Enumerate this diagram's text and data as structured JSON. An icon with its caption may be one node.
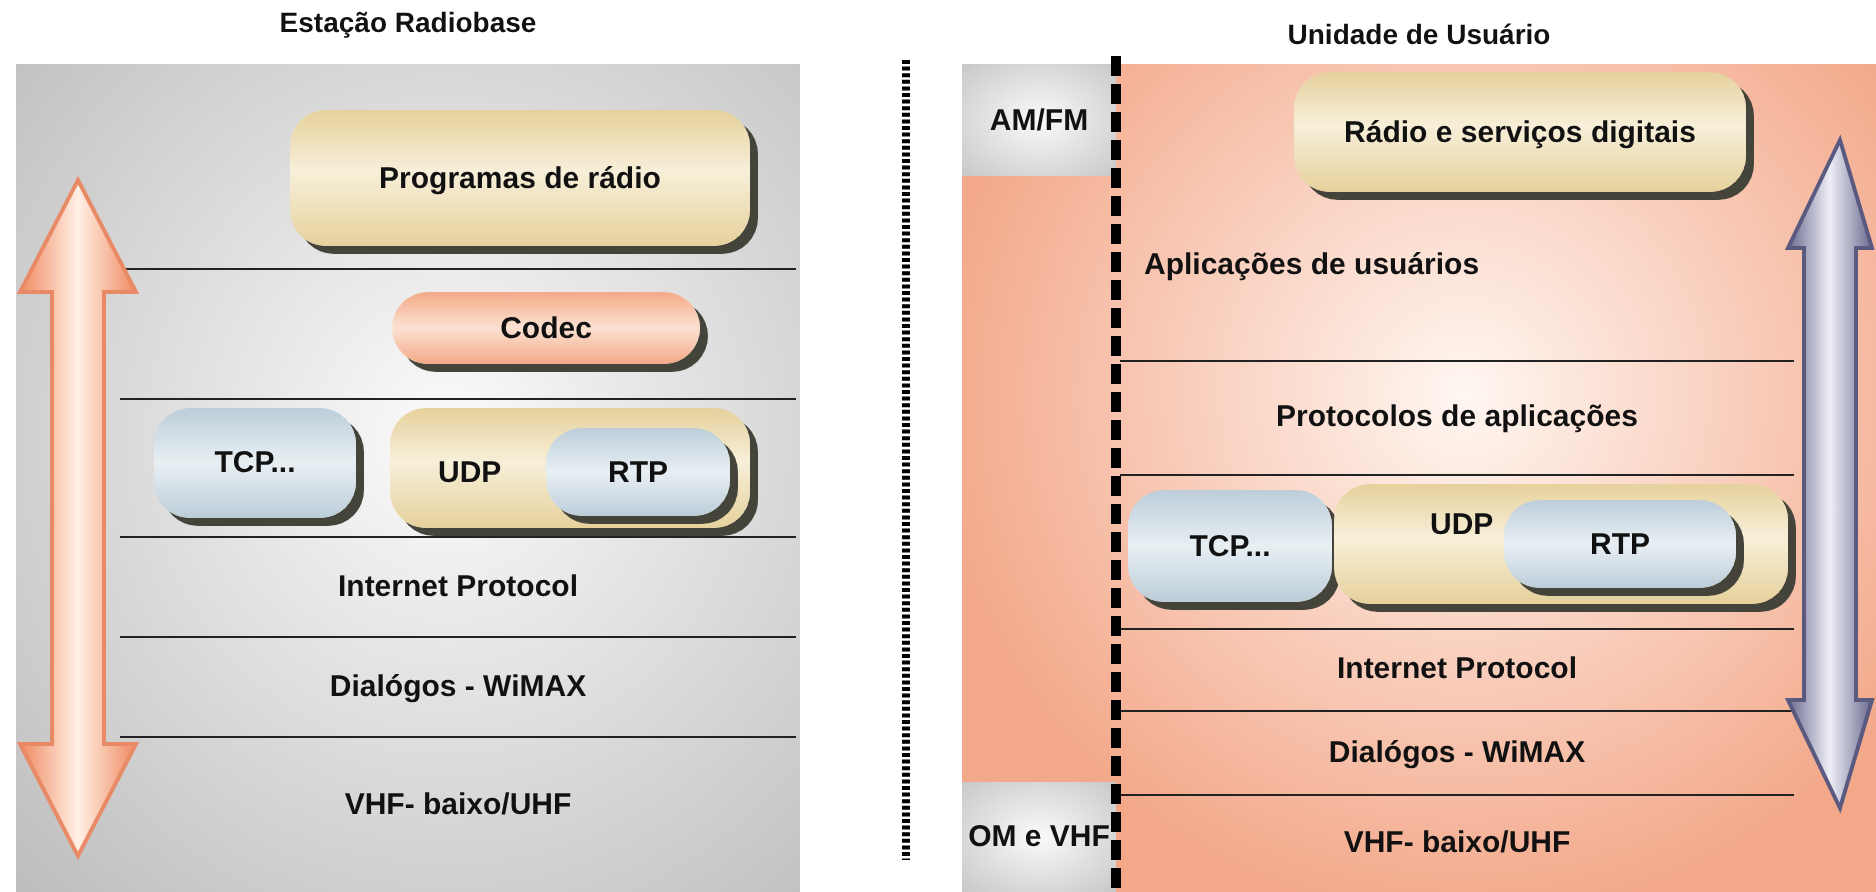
{
  "diagram": {
    "nodes": [
      {
        "text": [
          "Estação Radiobase"
        ]
      },
      {
        "text": [
          "Programas de rádio"
        ],
        "in": 0
      },
      {
        "text": [
          "Codec"
        ],
        "in": 0
      },
      {
        "text": [
          "TCP..."
        ],
        "in": 0
      },
      {
        "text": [
          "UDP"
        ],
        "in": 0
      },
      {
        "text": [
          "RTP"
        ],
        "in": 4
      },
      {
        "text": [
          "Internet Protocol"
        ],
        "in": 0
      },
      {
        "text": [
          "Dialógos - WiMAX"
        ],
        "in": 0
      },
      {
        "text": [
          "VHF- baixo/UHF"
        ],
        "in": 0
      },
      {
        "text": [
          "Unidade de Usuário"
        ]
      },
      {
        "text": [
          "AM/FM"
        ],
        "in": 9
      },
      {
        "text": [
          "Rádio e serviços digitais"
        ],
        "in": 9
      },
      {
        "text": [
          "Aplicações de usuários"
        ],
        "in": 9
      },
      {
        "text": [
          "Protocolos de aplicações"
        ],
        "in": 9
      },
      {
        "text": [
          "TCP..."
        ],
        "in": 9
      },
      {
        "text": [
          "UDP"
        ],
        "in": 9
      },
      {
        "text": [
          "RTP"
        ],
        "in": 15
      },
      {
        "text": [
          "Internet Protocol"
        ],
        "in": 9
      },
      {
        "text": [
          "Dialógos - WiMAX"
        ],
        "in": 9
      },
      {
        "text": [
          "OM e VHF"
        ],
        "in": 9
      },
      {
        "text": [
          "VHF- baixo/UHF"
        ],
        "in": 9
      }
    ],
    "edges": []
  }
}
